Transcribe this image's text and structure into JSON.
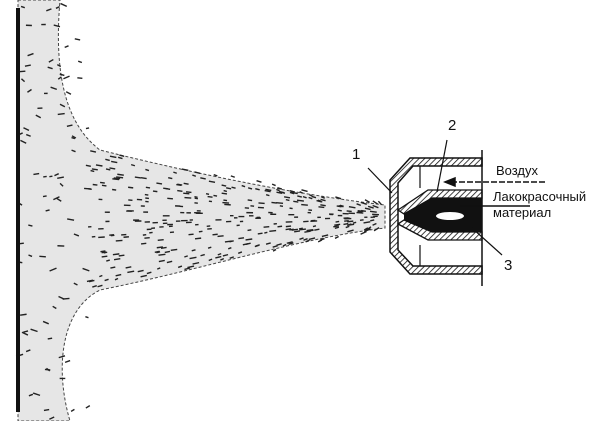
{
  "diagram": {
    "labels": {
      "part_1": "1",
      "part_2": "2",
      "part_3": "3",
      "air": "Воздух",
      "paint_line1": "Лакокрасочный",
      "paint_line2": "материал"
    }
  }
}
